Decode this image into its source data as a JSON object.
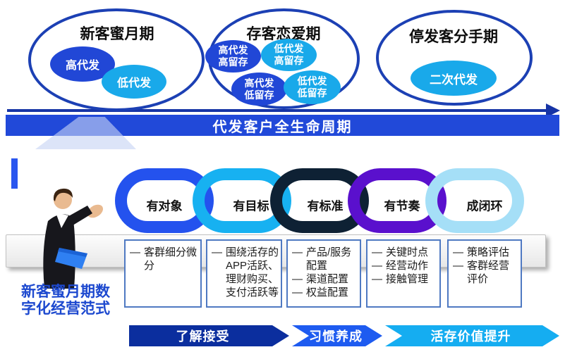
{
  "lifecycle": {
    "timeline_label": "代发客户全生命周期",
    "stages": [
      {
        "title": "新客蜜月期",
        "bubbles": [
          {
            "label": "高代发",
            "tone": "dark"
          },
          {
            "label": "低代发",
            "tone": "light"
          }
        ]
      },
      {
        "title": "存客恋爱期",
        "bubbles": [
          {
            "label": "高代发高留存",
            "tone": "dark"
          },
          {
            "label": "低代发高留存",
            "tone": "light"
          },
          {
            "label": "高代发低留存",
            "tone": "dark"
          },
          {
            "label": "低代发低留存",
            "tone": "light"
          }
        ]
      },
      {
        "title": "停发客分手期",
        "bubbles": [
          {
            "label": "二次代发",
            "tone": "light"
          }
        ]
      }
    ]
  },
  "chain": {
    "rings": [
      {
        "label": "有对象",
        "color": "#2452ee"
      },
      {
        "label": "有目标",
        "color": "#17b1f1"
      },
      {
        "label": "有标准",
        "color": "#0e2134"
      },
      {
        "label": "有节奏",
        "color": "#5a10cd"
      },
      {
        "label": "成闭环",
        "color": "#a5dff7"
      }
    ]
  },
  "paradigm": {
    "title": "新客蜜月期数字化经营范式"
  },
  "detail_boxes": [
    {
      "items": [
        "客群细分微分"
      ]
    },
    {
      "items": [
        "围绕活存的APP活跃、理财购买、支付活跃等"
      ]
    },
    {
      "items": [
        "产品/服务配置",
        "渠道配置",
        "权益配置"
      ]
    },
    {
      "items": [
        "关键时点",
        "经营动作",
        "接触管理"
      ]
    },
    {
      "items": [
        "策略评估",
        "客群经营评价"
      ]
    }
  ],
  "phases": [
    {
      "label": "了解接受",
      "color": "#0b2e9e"
    },
    {
      "label": "习惯养成",
      "color": "#1e5bf0"
    },
    {
      "label": "活存价值提升",
      "color": "#15adf1"
    }
  ],
  "glyphs": {
    "dash": "—"
  },
  "colors": {
    "band_blue": "#2149d9",
    "ellipse_border": "#1c40b4",
    "bubble_dark": "#2147d6",
    "bubble_light": "#19a9ea",
    "paradigm_title_blue": "#1d49cf",
    "accent_bar_blue": "#2a56ef"
  }
}
